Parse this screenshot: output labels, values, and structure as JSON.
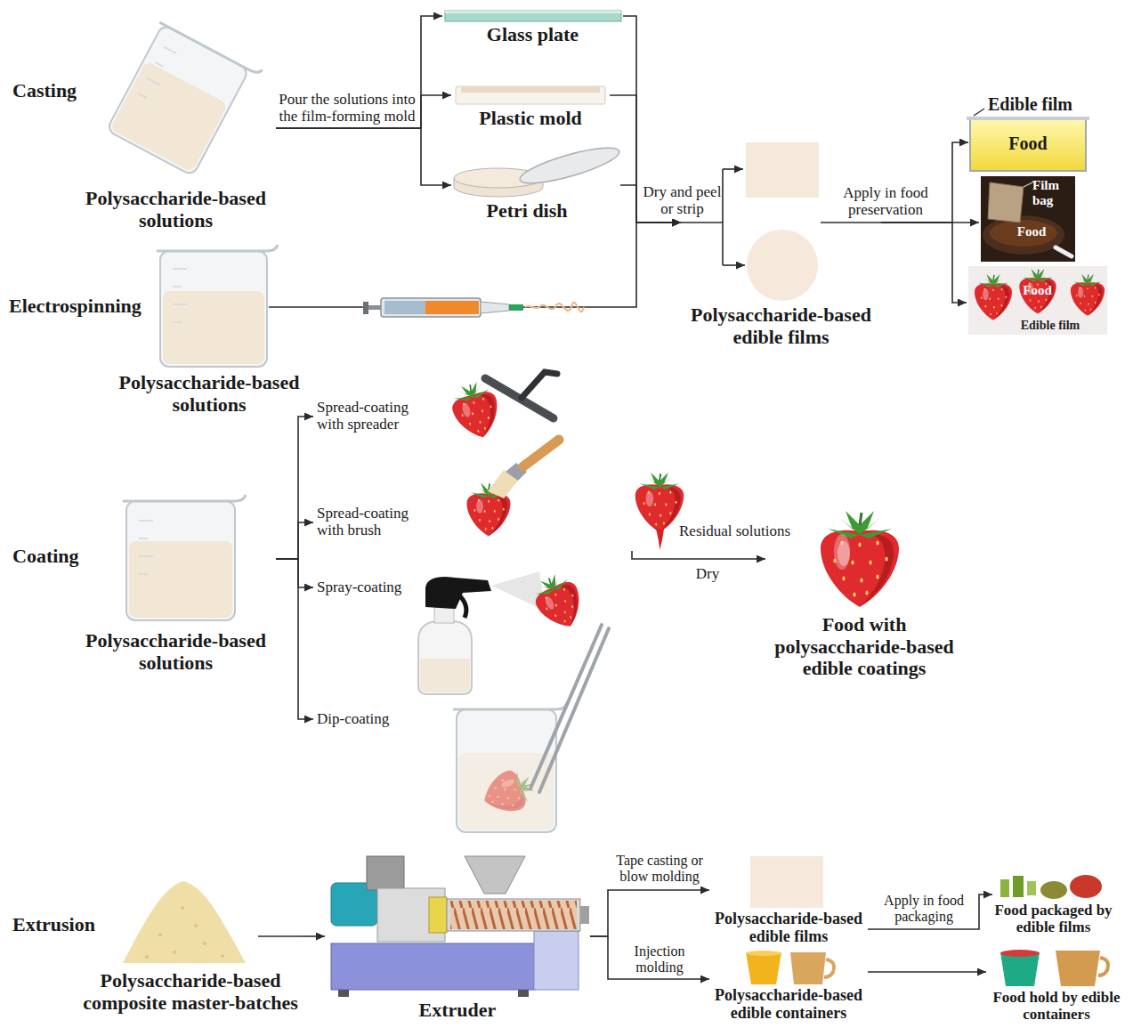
{
  "diagram": {
    "nodes": [
      {
        "text": [
          "Polysaccharide-based solutions"
        ]
      },
      {
        "text": [
          "Glass plate"
        ]
      },
      {
        "text": [
          "Plastic mold"
        ]
      },
      {
        "text": [
          "Petri dish"
        ]
      },
      {
        "text": [
          "Polysaccharide-based solutions"
        ]
      },
      {
        "text": [
          "Polysaccharide-based edible films"
        ]
      },
      {
        "text": [
          "Edible film",
          "Food"
        ]
      },
      {
        "text": [
          "Film bag",
          "Food"
        ]
      },
      {
        "text": [
          "Food",
          "Edible film"
        ]
      },
      {
        "text": [
          "Polysaccharide-based solutions"
        ]
      },
      {
        "text": [
          "Spread-coating with spreader"
        ]
      },
      {
        "text": [
          "Spread-coating with brush"
        ]
      },
      {
        "text": [
          "Spray-coating"
        ]
      },
      {
        "text": [
          "Dip-coating"
        ]
      },
      {
        "text": [
          "Residual solutions"
        ]
      },
      {
        "text": [
          "Food with polysaccharide-based edible coatings"
        ]
      },
      {
        "text": [
          "Polysaccharide-based composite master-batches"
        ]
      },
      {
        "text": [
          "Extruder"
        ]
      },
      {
        "text": [
          "Polysaccharide-based edible films"
        ]
      },
      {
        "text": [
          "Polysaccharide-based edible containers"
        ]
      },
      {
        "text": [
          "Food packaged by edible films"
        ]
      },
      {
        "text": [
          "Food hold by edible containers"
        ]
      }
    ],
    "edges": [
      {
        "from": 0,
        "to": 1,
        "arrow": "to"
      },
      {
        "from": 0,
        "to": 2,
        "label": "Pour the solutions into the film-forming mold",
        "arrow": "to"
      },
      {
        "from": 0,
        "to": 3,
        "arrow": "to"
      },
      {
        "from": 1,
        "to": 5,
        "arrow": "to"
      },
      {
        "from": 2,
        "to": 5,
        "label": "Dry and peel or strip",
        "arrow": "to"
      },
      {
        "from": 3,
        "to": 5,
        "arrow": "to"
      },
      {
        "from": 4,
        "to": 5,
        "arrow": "to"
      },
      {
        "from": 5,
        "to": 6,
        "arrow": "to"
      },
      {
        "from": 5,
        "to": 7,
        "label": "Apply in food preservation",
        "arrow": "to"
      },
      {
        "from": 5,
        "to": 8,
        "arrow": "to"
      },
      {
        "from": 9,
        "to": 10,
        "arrow": "to"
      },
      {
        "from": 9,
        "to": 11,
        "arrow": "to"
      },
      {
        "from": 9,
        "to": 12,
        "arrow": "to"
      },
      {
        "from": 9,
        "to": 13,
        "arrow": "to"
      },
      {
        "from": 14,
        "to": 15,
        "label": "Dry",
        "arrow": "to"
      },
      {
        "from": 16,
        "to": 17,
        "arrow": "to"
      },
      {
        "from": 17,
        "to": 18,
        "label": "Tape casting or blow molding",
        "arrow": "to"
      },
      {
        "from": 17,
        "to": 19,
        "label": "Injection molding",
        "arrow": "to"
      },
      {
        "from": 18,
        "to": 20,
        "label": "Apply in food packaging",
        "arrow": "to"
      },
      {
        "from": 19,
        "to": 21,
        "arrow": "to"
      }
    ],
    "labels": [
      "Casting",
      "Electrospinning",
      "Coating",
      "Extrusion"
    ]
  }
}
